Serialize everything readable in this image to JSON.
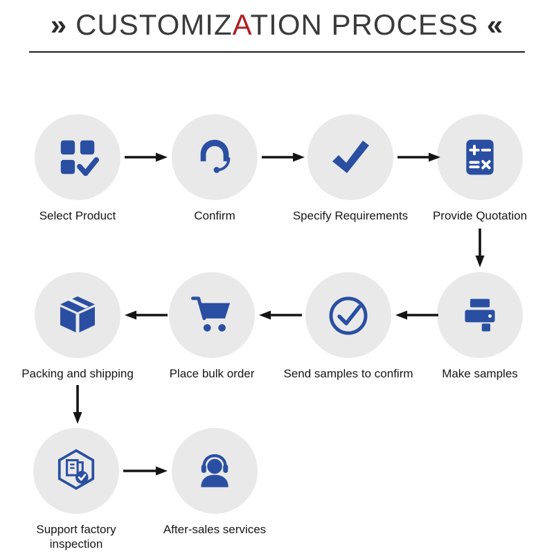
{
  "title": {
    "pre": "CUSTOMIZ",
    "accent": "A",
    "post": "TION PROCESS"
  },
  "decor": {
    "left_chevron": "»",
    "right_chevron": "«"
  },
  "colors": {
    "icon_blue": "#2a4fa2",
    "circle_bg": "#e9e9e9",
    "arrow_black": "#141414",
    "title_gray": "#3a3a3a",
    "accent_red": "#b01f24"
  },
  "steps": [
    {
      "id": 1,
      "label": "Select Product",
      "icon": "product-grid-check-icon"
    },
    {
      "id": 2,
      "label": "Confirm",
      "icon": "customer-service-icon"
    },
    {
      "id": 3,
      "label": "Specify Requirements",
      "icon": "checkmark-icon"
    },
    {
      "id": 4,
      "label": "Provide Quotation",
      "icon": "calculator-icon"
    },
    {
      "id": 5,
      "label": "Make samples",
      "icon": "printer-icon"
    },
    {
      "id": 6,
      "label": "Send samples to confirm",
      "icon": "circle-check-icon"
    },
    {
      "id": 7,
      "label": "Place bulk order",
      "icon": "shopping-cart-icon"
    },
    {
      "id": 8,
      "label": "Packing and shipping",
      "icon": "package-box-icon"
    },
    {
      "id": 9,
      "label": "Support factory inspection",
      "icon": "inspection-shield-icon"
    },
    {
      "id": 10,
      "label": "After-sales services",
      "icon": "headset-support-icon"
    }
  ]
}
